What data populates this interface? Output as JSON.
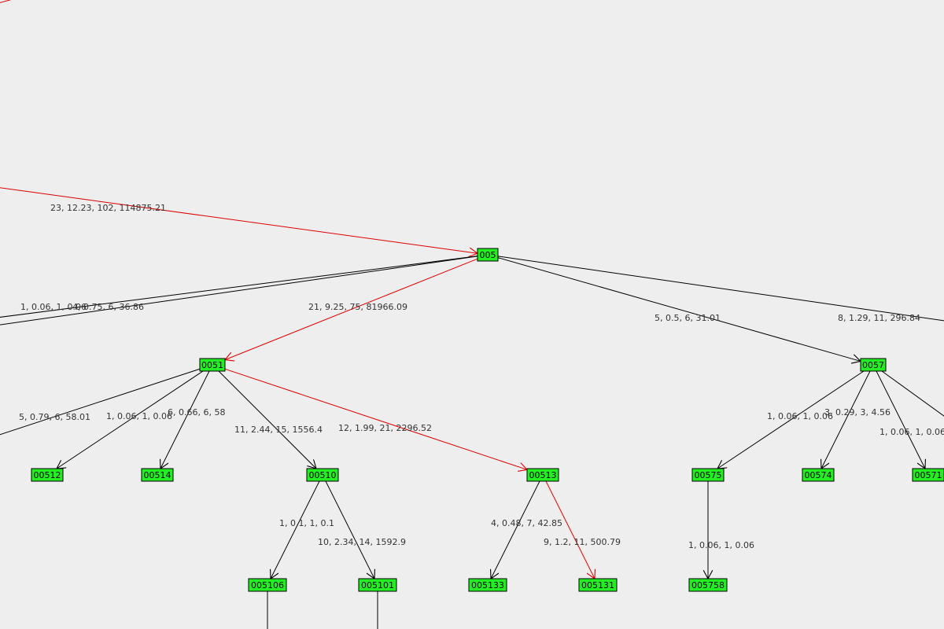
{
  "colors": {
    "background": "#eeeeee",
    "node_fill": "#22ee22",
    "node_border": "#000000",
    "edge_default": "#000000",
    "edge_highlight": "#dd0000"
  },
  "nodes": [
    {
      "id": "005",
      "label": "005"
    },
    {
      "id": "0051",
      "label": "0051"
    },
    {
      "id": "0057",
      "label": "0057"
    },
    {
      "id": "00512",
      "label": "00512"
    },
    {
      "id": "00514",
      "label": "00514"
    },
    {
      "id": "00510",
      "label": "00510"
    },
    {
      "id": "00513",
      "label": "00513"
    },
    {
      "id": "00575",
      "label": "00575"
    },
    {
      "id": "00574",
      "label": "00574"
    },
    {
      "id": "00571",
      "label": "00571"
    },
    {
      "id": "005106",
      "label": "005106"
    },
    {
      "id": "005101",
      "label": "005101"
    },
    {
      "id": "005133",
      "label": "005133"
    },
    {
      "id": "005131",
      "label": "005131"
    },
    {
      "id": "005758",
      "label": "005758"
    }
  ],
  "edges": [
    {
      "from": "offscreen-top-left",
      "to": "005",
      "label": "23, 12.23, 102, 114875.21",
      "highlighted": true
    },
    {
      "from": "005",
      "to": "offscreen-left-a",
      "label": "1, 0.06, 1, 0.06",
      "highlighted": false
    },
    {
      "from": "005",
      "to": "offscreen-left-b",
      "label": "4, 0.75, 6, 36.86",
      "highlighted": false
    },
    {
      "from": "005",
      "to": "0051",
      "label": "21, 9.25, 75, 81966.09",
      "highlighted": true
    },
    {
      "from": "005",
      "to": "0057",
      "label": "5, 0.5, 6, 31.01",
      "highlighted": false
    },
    {
      "from": "005",
      "to": "offscreen-right",
      "label": "8, 1.29, 11, 296.84",
      "highlighted": false
    },
    {
      "from": "0051",
      "to": "offscreen-left-c",
      "label": "5, 0.79, 6, 58.01",
      "highlighted": false
    },
    {
      "from": "0051",
      "to": "00512",
      "label": "1, 0.06, 1, 0.06",
      "highlighted": false
    },
    {
      "from": "0051",
      "to": "00514",
      "label": "6, 0.66, 6, 58",
      "highlighted": false
    },
    {
      "from": "0051",
      "to": "00510",
      "label": "11, 2.44, 15, 1556.4",
      "highlighted": false
    },
    {
      "from": "0051",
      "to": "00513",
      "label": "12, 1.99, 21, 2296.52",
      "highlighted": true
    },
    {
      "from": "0057",
      "to": "00575",
      "label": "1, 0.06, 1, 0.06",
      "highlighted": false
    },
    {
      "from": "0057",
      "to": "00574",
      "label": "3, 0.29, 3, 4.56",
      "highlighted": false
    },
    {
      "from": "0057",
      "to": "00571",
      "label": "1, 0.06, 1, 0.06",
      "highlighted": false
    },
    {
      "from": "0057",
      "to": "offscreen-right-b",
      "label": "",
      "highlighted": false
    },
    {
      "from": "00510",
      "to": "005106",
      "label": "1, 0.1, 1, 0.1",
      "highlighted": false
    },
    {
      "from": "00510",
      "to": "005101",
      "label": "10, 2.34, 14, 1592.9",
      "highlighted": false
    },
    {
      "from": "00513",
      "to": "005133",
      "label": "4, 0.48, 7, 42.85",
      "highlighted": false
    },
    {
      "from": "00513",
      "to": "005131",
      "label": "9, 1.2, 11, 500.79",
      "highlighted": true
    },
    {
      "from": "00575",
      "to": "005758",
      "label": "1, 0.06, 1, 0.06",
      "highlighted": false
    },
    {
      "from": "005106",
      "to": "offscreen-bottom-a",
      "label": "",
      "highlighted": false
    },
    {
      "from": "005101",
      "to": "offscreen-bottom-b",
      "label": "",
      "highlighted": false
    },
    {
      "from": "offscreen-top-left-2",
      "to": "offscreen-top",
      "label": "",
      "highlighted": true
    }
  ]
}
